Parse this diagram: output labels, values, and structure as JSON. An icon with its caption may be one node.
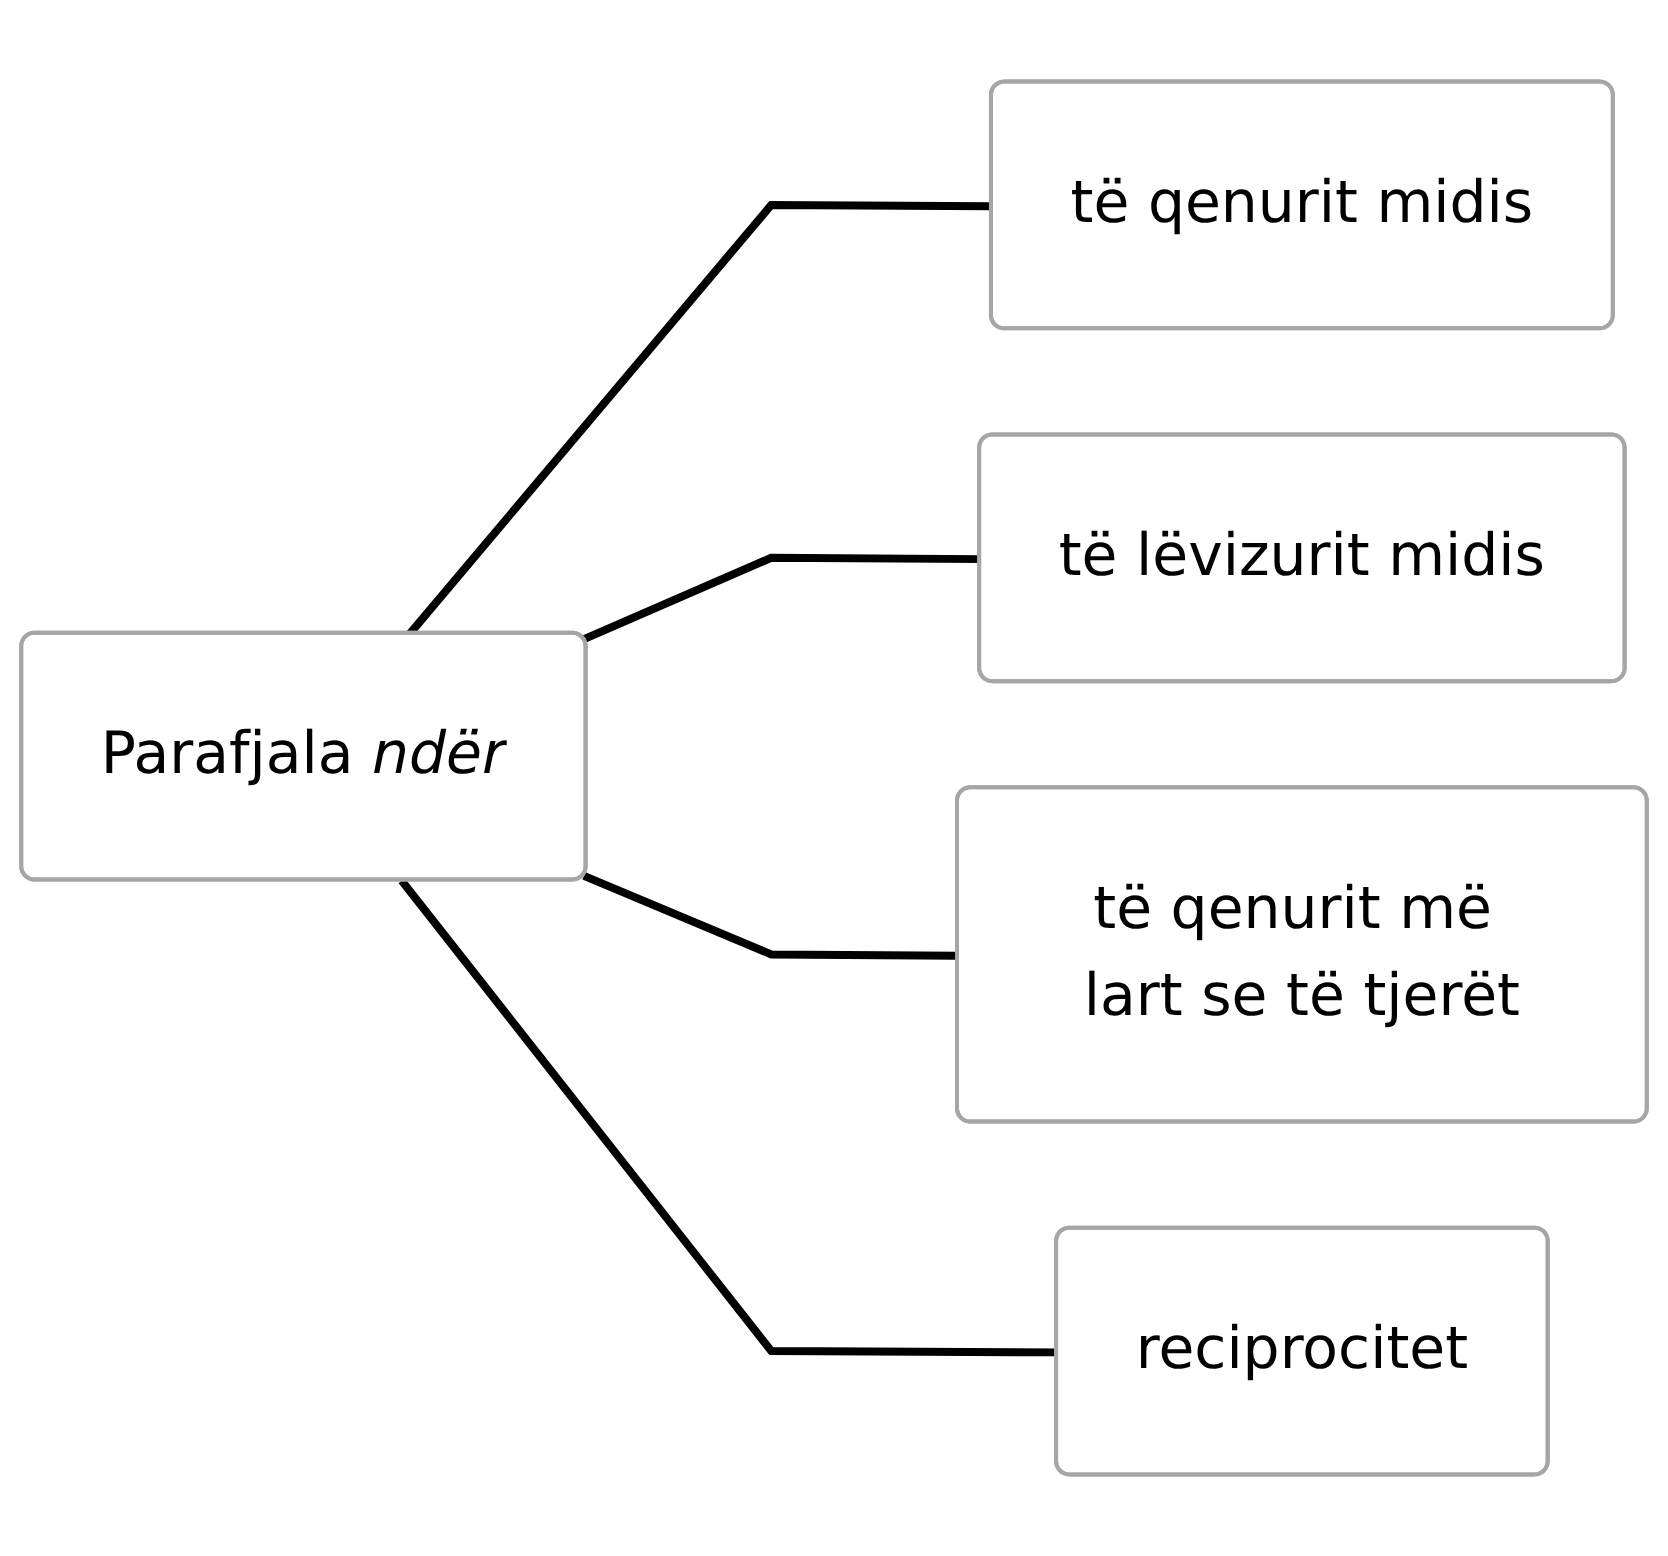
{
  "diagram": {
    "nodes": [
      {
        "text": [
          "Parafjala *ndër*"
        ]
      },
      {
        "text": [
          "të qenurit midis"
        ]
      },
      {
        "text": [
          "të lëvizurit midis"
        ]
      },
      {
        "text": [
          "të qenurit më lart se të tjerët"
        ]
      },
      {
        "text": [
          "reciprocitet"
        ]
      }
    ],
    "edges": [
      {
        "from": 0,
        "to": 1,
        "arrow": "none"
      },
      {
        "from": 0,
        "to": 2,
        "arrow": "none"
      },
      {
        "from": 0,
        "to": 3,
        "arrow": "none"
      },
      {
        "from": 0,
        "to": 4,
        "arrow": "none"
      }
    ]
  }
}
